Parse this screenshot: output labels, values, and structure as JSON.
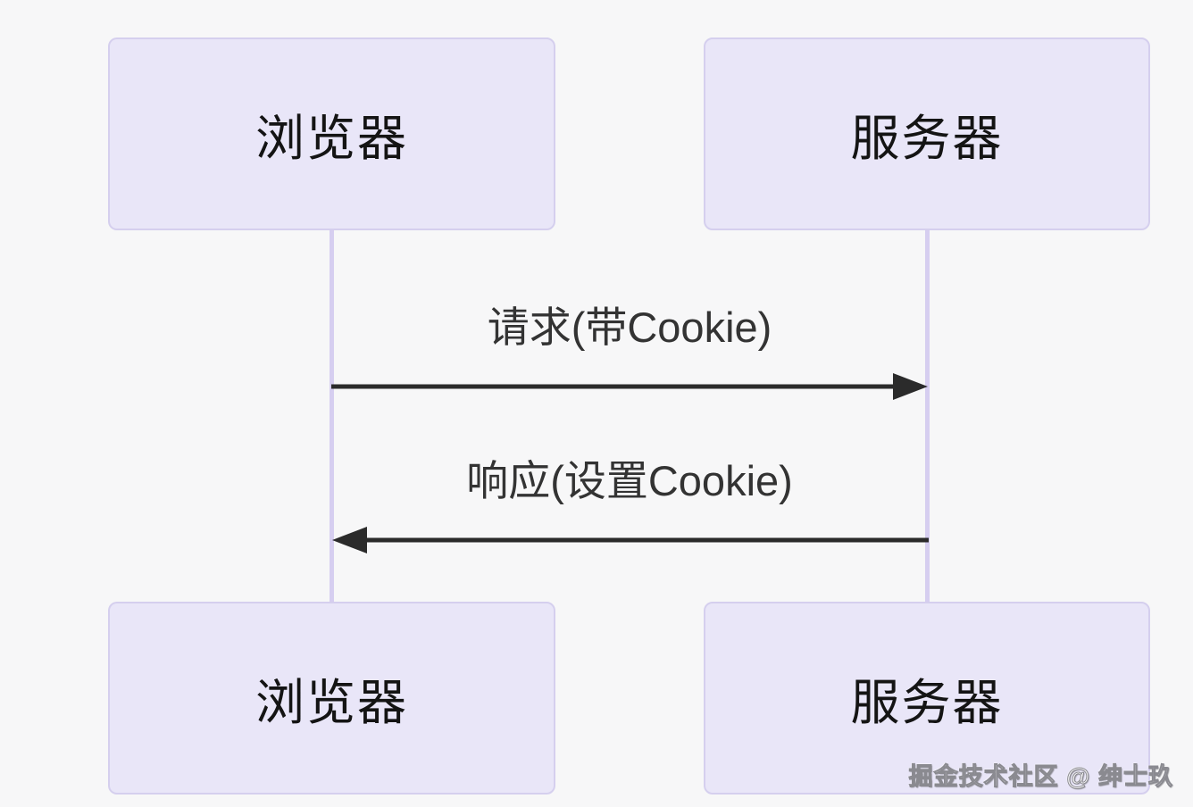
{
  "diagram": {
    "type": "sequence",
    "actors": {
      "browser_top": "浏览器",
      "server_top": "服务器",
      "browser_bottom": "浏览器",
      "server_bottom": "服务器"
    },
    "messages": [
      {
        "from": "浏览器",
        "to": "服务器",
        "direction": "right",
        "label": "请求(带Cookie)"
      },
      {
        "from": "服务器",
        "to": "浏览器",
        "direction": "left",
        "label": "响应(设置Cookie)"
      }
    ],
    "watermark": "掘金技术社区 @ 绅士玖",
    "colors": {
      "background": "#f7f7f8",
      "actor_fill": "#e9e6f8",
      "actor_border": "#d5cfee",
      "lifeline": "#d6cef0",
      "arrow": "#2b2b2b",
      "message_text": "#333333",
      "actor_text": "#141414",
      "watermark_text": "#ffffff"
    }
  }
}
